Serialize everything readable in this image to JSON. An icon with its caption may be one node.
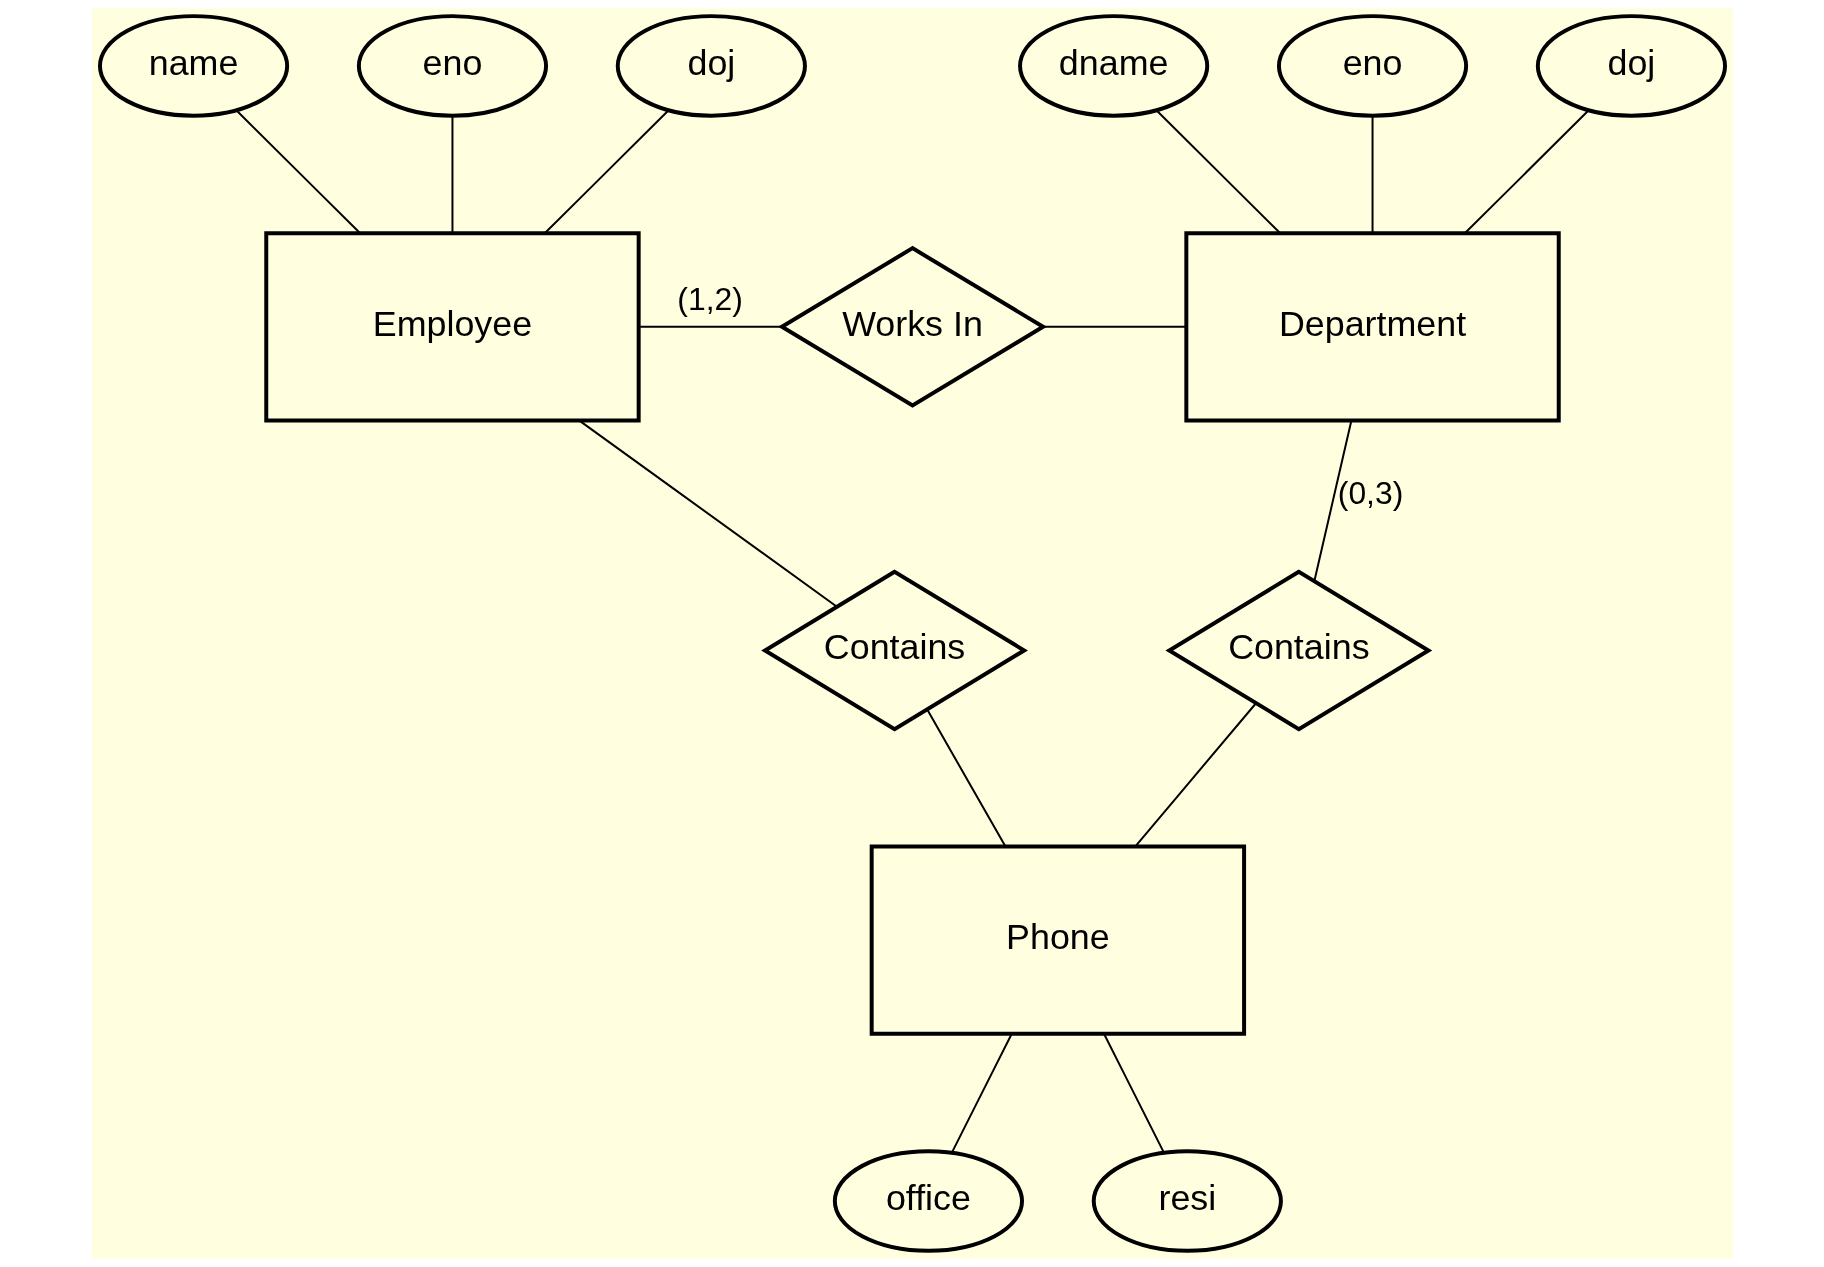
{
  "diagram": {
    "nodes": [
      {
        "text": [
          "name"
        ]
      },
      {
        "text": [
          "eno"
        ]
      },
      {
        "text": [
          "doj"
        ]
      },
      {
        "text": [
          "Employee"
        ]
      },
      {
        "text": [
          "Works In"
        ]
      },
      {
        "text": [
          "dname"
        ]
      },
      {
        "text": [
          "eno"
        ]
      },
      {
        "text": [
          "doj"
        ]
      },
      {
        "text": [
          "Department"
        ]
      },
      {
        "text": [
          "Contains"
        ]
      },
      {
        "text": [
          "Contains"
        ]
      },
      {
        "text": [
          "Phone"
        ]
      },
      {
        "text": [
          "office"
        ]
      },
      {
        "text": [
          "resi"
        ]
      }
    ],
    "edges": [
      {
        "from": 0,
        "to": 3,
        "arrow": "none"
      },
      {
        "from": 1,
        "to": 3,
        "arrow": "none"
      },
      {
        "from": 2,
        "to": 3,
        "arrow": "none"
      },
      {
        "from": 3,
        "to": 4,
        "arrow": "none",
        "label": "(1,2)"
      },
      {
        "from": 4,
        "to": 8,
        "arrow": "none"
      },
      {
        "from": 5,
        "to": 8,
        "arrow": "none"
      },
      {
        "from": 6,
        "to": 8,
        "arrow": "none"
      },
      {
        "from": 7,
        "to": 8,
        "arrow": "none"
      },
      {
        "from": 3,
        "to": 9,
        "arrow": "none"
      },
      {
        "from": 9,
        "to": 11,
        "arrow": "none"
      },
      {
        "from": 8,
        "to": 10,
        "arrow": "none",
        "label": "(0,3)"
      },
      {
        "from": 10,
        "to": 11,
        "arrow": "none"
      },
      {
        "from": 11,
        "to": 12,
        "arrow": "none"
      },
      {
        "from": 11,
        "to": 13,
        "arrow": "none"
      }
    ]
  }
}
